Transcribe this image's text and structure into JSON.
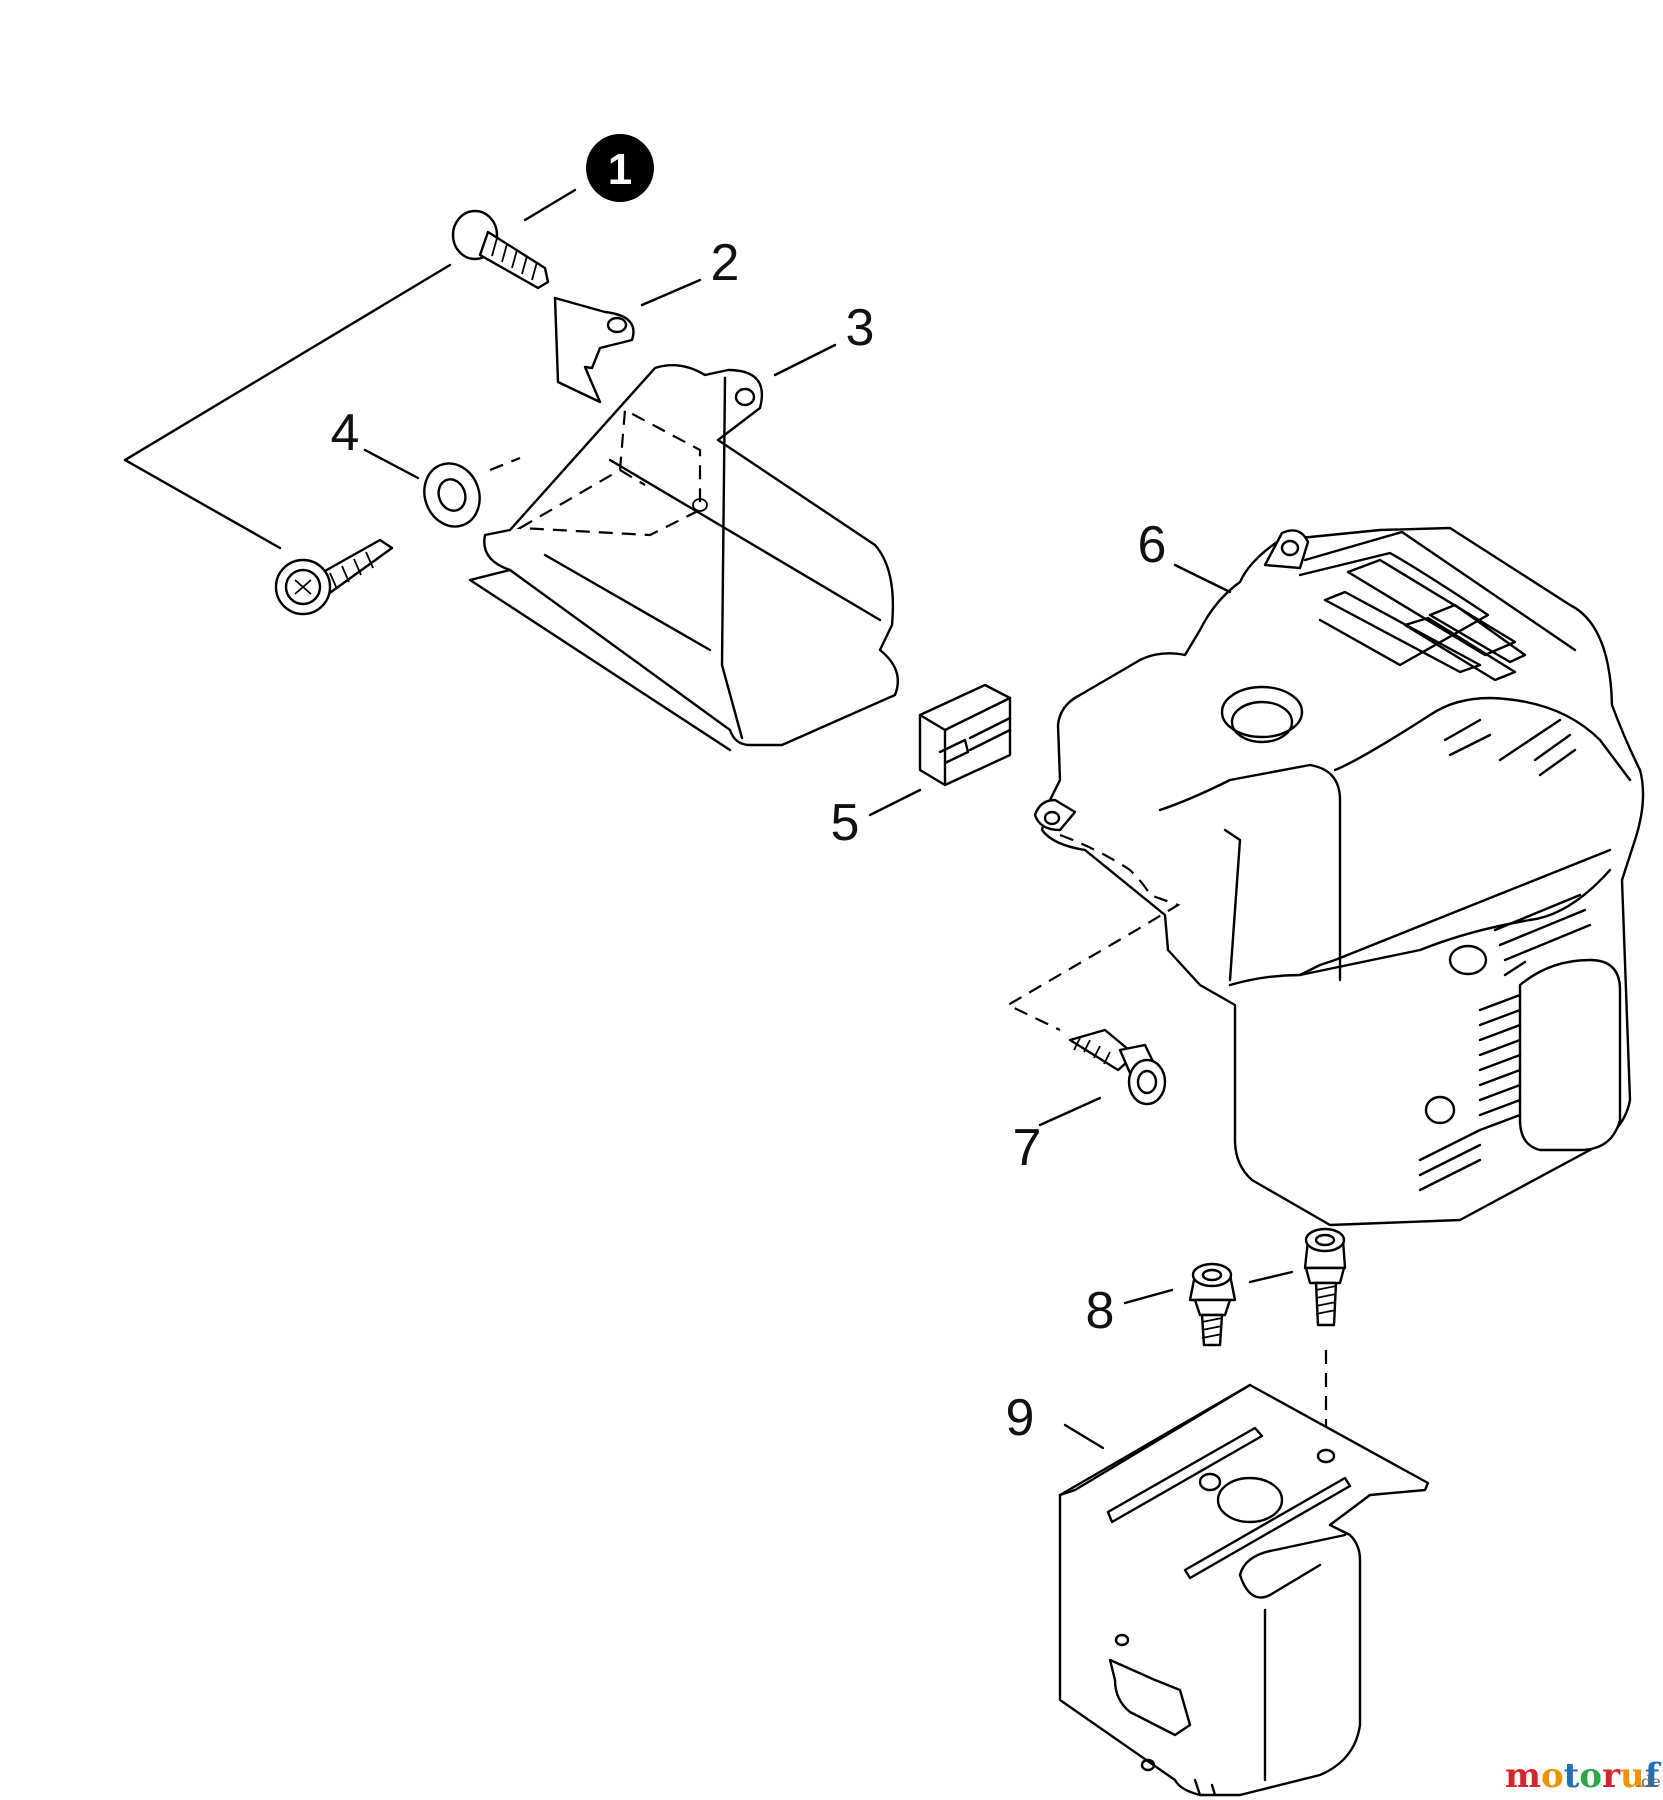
{
  "callouts": {
    "c1": "1",
    "c2": "2",
    "c3": "3",
    "c4": "4",
    "c5": "5",
    "c6": "6",
    "c7": "7",
    "c8": "8",
    "c9": "9"
  },
  "watermark": {
    "text": "motoruf",
    "suffix": ".de",
    "colors": [
      "#d9232a",
      "#f39200",
      "#1d71b8",
      "#2ea843",
      "#d9232a",
      "#f39200",
      "#1d71b8"
    ]
  }
}
